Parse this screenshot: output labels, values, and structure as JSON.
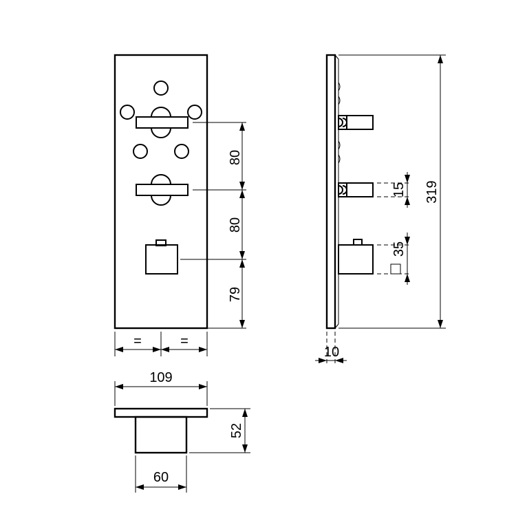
{
  "front_view": {
    "spacing_upper": "80",
    "spacing_middle": "80",
    "spacing_lower": "79",
    "width_left": "=",
    "width_right": "="
  },
  "side_view": {
    "total_height": "319",
    "lever_thickness": "15",
    "knob_size": "35",
    "square_symbol": "□",
    "plate_thickness": "10"
  },
  "bottom_view": {
    "plate_width": "109",
    "depth": "52",
    "body_width": "60"
  }
}
